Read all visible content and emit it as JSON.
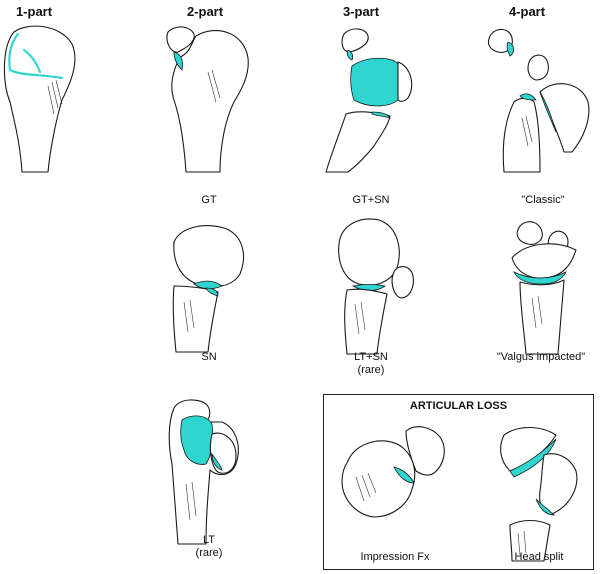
{
  "headers": {
    "one_part": "1-part",
    "two_part": "2-part",
    "three_part": "3-part",
    "four_part": "4-part"
  },
  "captions": {
    "gt": "GT",
    "gt_sn": "GT+SN",
    "classic": "\"Classic\"",
    "sn": "SN",
    "lt_sn": "LT+SN",
    "lt_sn_note": "(rare)",
    "valgus": "\"Valgus impacted\"",
    "lt": "LT",
    "lt_note": "(rare)",
    "impression": "Impression Fx",
    "head_split": "Head split"
  },
  "articular_loss": {
    "title": "ARTICULAR LOSS"
  },
  "colors": {
    "fracture": "#2fd6d0",
    "outline": "#1a1a1a",
    "background": "#ffffff"
  }
}
